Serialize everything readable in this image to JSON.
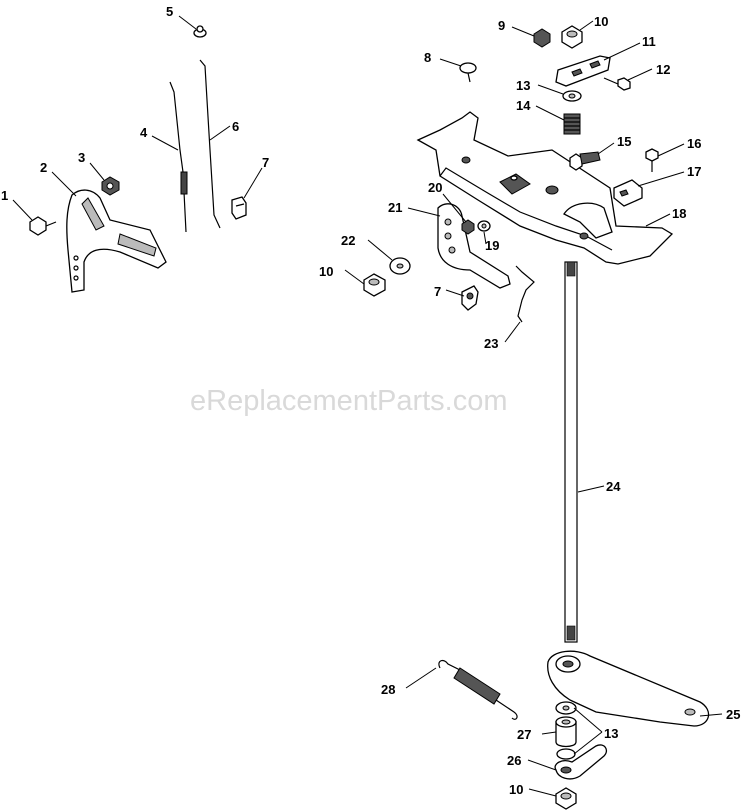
{
  "watermark": "eReplacementParts.com",
  "callouts": {
    "c1": "1",
    "c2": "2",
    "c3": "3",
    "c4": "4",
    "c5": "5",
    "c6": "6",
    "c7a": "7",
    "c7b": "7",
    "c8": "8",
    "c9": "9",
    "c10a": "10",
    "c10b": "10",
    "c10c": "10",
    "c11": "11",
    "c12": "12",
    "c13a": "13",
    "c13b": "13",
    "c14": "14",
    "c15": "15",
    "c16": "16",
    "c17": "17",
    "c18": "18",
    "c19": "19",
    "c20": "20",
    "c21": "21",
    "c22": "22",
    "c23": "23",
    "c24": "24",
    "c25": "25",
    "c26": "26",
    "c27": "27",
    "c28": "28"
  }
}
